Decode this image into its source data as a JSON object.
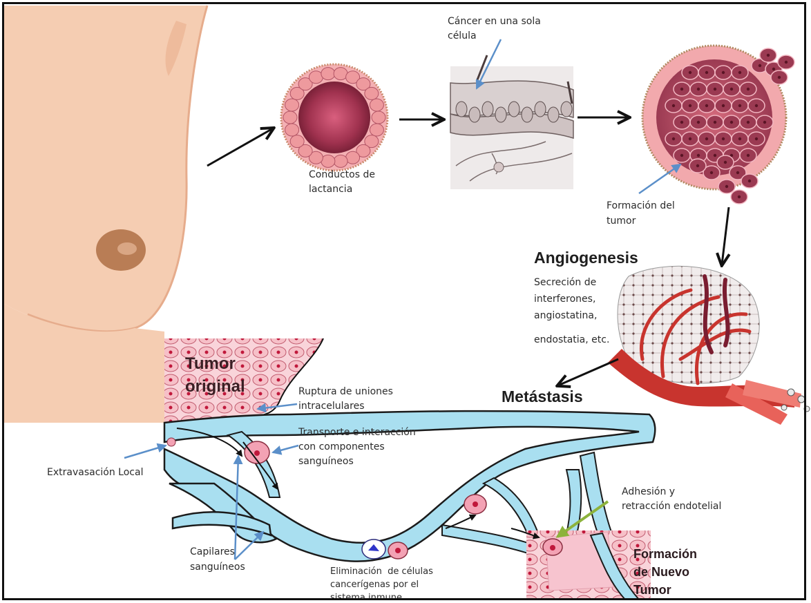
{
  "labels": {
    "cancer_single_cell": "Cáncer en una sola\ncélula",
    "lactation_ducts": "Conductos de\nlactancia",
    "tumor_formation": "Formación del\ntumor",
    "angiogenesis_title": "Angiogenesis",
    "angiogenesis_desc": "Secreción de\ninterferones,\nangiostatina,",
    "angiogenesis_desc2": "endostatia, etc.",
    "metastasis": "Metástasis",
    "original_tumor": "Tumor\noriginal",
    "junction_rupture": "Ruptura de uniones\nintracelulares",
    "transport": "Transporte e interacción\ncon componentes\nsanguíneos",
    "local_extravasation": "Extravasación Local",
    "capillaries": "Capilares\nsanguíneos",
    "elimination": "Eliminación  de células\ncancerígenas por el\nsistema inmune",
    "adhesion": "Adhesión y\nretracción endotelial",
    "new_tumor": "Formación\nde Nuevo\nTumor"
  },
  "colors": {
    "skin": "#f5cdb2",
    "skin_shade": "#e8b193",
    "nipple": "#b97d55",
    "duct": "#ee9a9e",
    "tumor_cell": "#9b3a52",
    "vessel": "#a9dff0",
    "vessel_edge": "#1b1b1b",
    "arrow_blue": "#5b8fc9",
    "arrow_green": "#8db33c",
    "tissue": "#f7c4cf",
    "blood_red": "#c8342e"
  }
}
